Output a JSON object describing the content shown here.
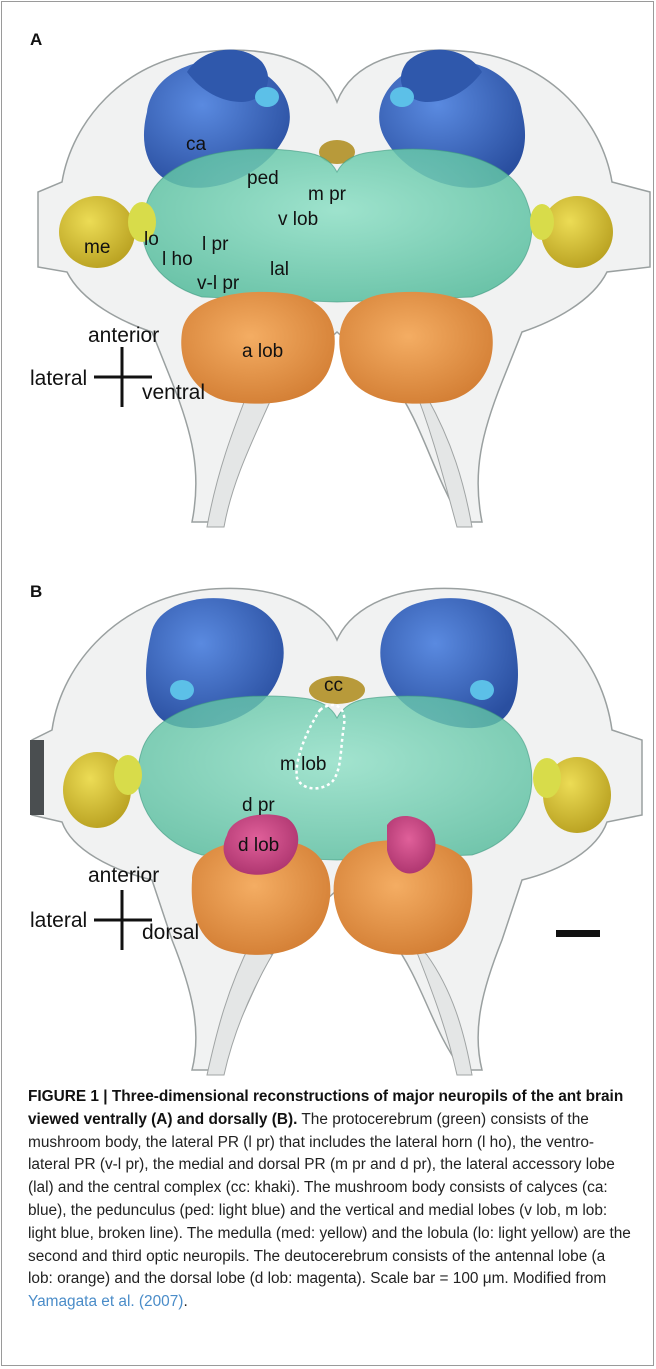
{
  "figure": {
    "panels": [
      {
        "letter": "A",
        "view": "ventral",
        "labels": {
          "ca": "ca",
          "ped": "ped",
          "m_pr": "m pr",
          "v_lob": "v lob",
          "me": "me",
          "lo": "lo",
          "l_pr": "l pr",
          "l_ho": "l ho",
          "v_l_pr": "v-l pr",
          "lal": "lal",
          "a_lob": "a lob"
        },
        "orientation": {
          "top": "anterior",
          "left": "lateral",
          "right": "ventral"
        }
      },
      {
        "letter": "B",
        "view": "dorsal",
        "labels": {
          "cc": "cc",
          "m_lob": "m lob",
          "d_pr": "d pr",
          "d_lob": "d lob"
        },
        "orientation": {
          "top": "anterior",
          "left": "lateral",
          "right": "dorsal"
        }
      }
    ],
    "colors": {
      "calyx_blue": "#3d6cc4",
      "peduncle_light_blue": "#5cc0e8",
      "protocerebrum_green": "#6fcfb0",
      "central_complex_khaki": "#b89a3a",
      "medulla_yellow": "#d6c23a",
      "lobula_light_yellow": "#d8dc4a",
      "antennal_lobe_orange": "#e9954a",
      "dorsal_lobe_magenta": "#c0417e",
      "brain_outline_gray": "#c8cccc"
    }
  },
  "caption": {
    "heading": "FIGURE 1 | Three-dimensional reconstructions of major neuropils of the ant brain viewed ventrally (A) and dorsally (B).",
    "body": " The protocerebrum (green) consists of the mushroom body, the lateral PR (l pr) that includes the lateral horn (l ho), the ventro-lateral PR (v-l pr), the medial and dorsal PR (m pr and d pr), the lateral accessory lobe (lal) and the central complex (cc: khaki). The mushroom body consists of calyces (ca: blue), the pedunculus (ped: light blue) and the vertical and medial lobes (v lob, m lob: light blue, broken line). The medulla (med: yellow) and the lobula (lo: light yellow) are the second and third optic neuropils. The deutocerebrum consists of the antennal lobe (a lob: orange) and the dorsal lobe (d lob: magenta). Scale bar = 100 μm. Modified from ",
    "reference": "Yamagata et al. (2007)",
    "tail": "."
  }
}
